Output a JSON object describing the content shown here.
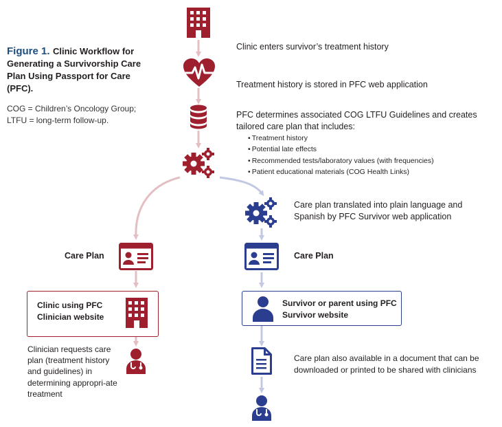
{
  "caption": {
    "figure_number": "Figure 1.",
    "figure_title_first": "Clinic Workflow for",
    "figure_title_rest": "Generating a Survivorship Care Plan Using Passport for Care (PFC).",
    "note_line1": "COG = Children’s Oncology Group;",
    "note_line2": "LTFU = long-term follow-up."
  },
  "steps": {
    "step1": "Clinic enters survivor’s treatment history",
    "step2": "Treatment history is stored in PFC web application",
    "step3": "PFC determines associated COG LTFU Guidelines and creates tailored care plan that includes:",
    "step3_items": [
      "Treatment history",
      "Potential late effects",
      "Recommended tests/laboratory values (with frequencies)",
      "Patient educational materials (COG Health Links)"
    ],
    "translate": "Care plan translated into plain language and Spanish by PFC Survivor web application"
  },
  "left_branch": {
    "care_plan_label": "Care Plan",
    "clinic_box": "Clinic using PFC Clinician website",
    "clinician_text": "Clinician requests care plan (treatment history and guidelines) in determining appropri-ate treatment"
  },
  "right_branch": {
    "care_plan_label": "Care Plan",
    "survivor_box": "Survivor or parent using PFC Survivor website",
    "document_text": "Care plan also available in a document that can be downloaded or printed to be shared with clinicians"
  },
  "colors": {
    "clinic_red": "#9e1f2e",
    "survivor_blue": "#2b3d8f",
    "arrow_red": "#e3bfc3",
    "arrow_blue": "#c3c8e3",
    "figure_label": "#1c4e80"
  },
  "icons": {
    "top_sequence": [
      "building-icon",
      "heart-pulse-icon",
      "database-icon",
      "gears-icon"
    ],
    "left_sequence": [
      "id-card-icon",
      "building-icon",
      "doctor-icon"
    ],
    "right_sequence": [
      "gears-icon",
      "id-card-icon",
      "person-icon",
      "document-icon",
      "doctor-icon"
    ]
  }
}
